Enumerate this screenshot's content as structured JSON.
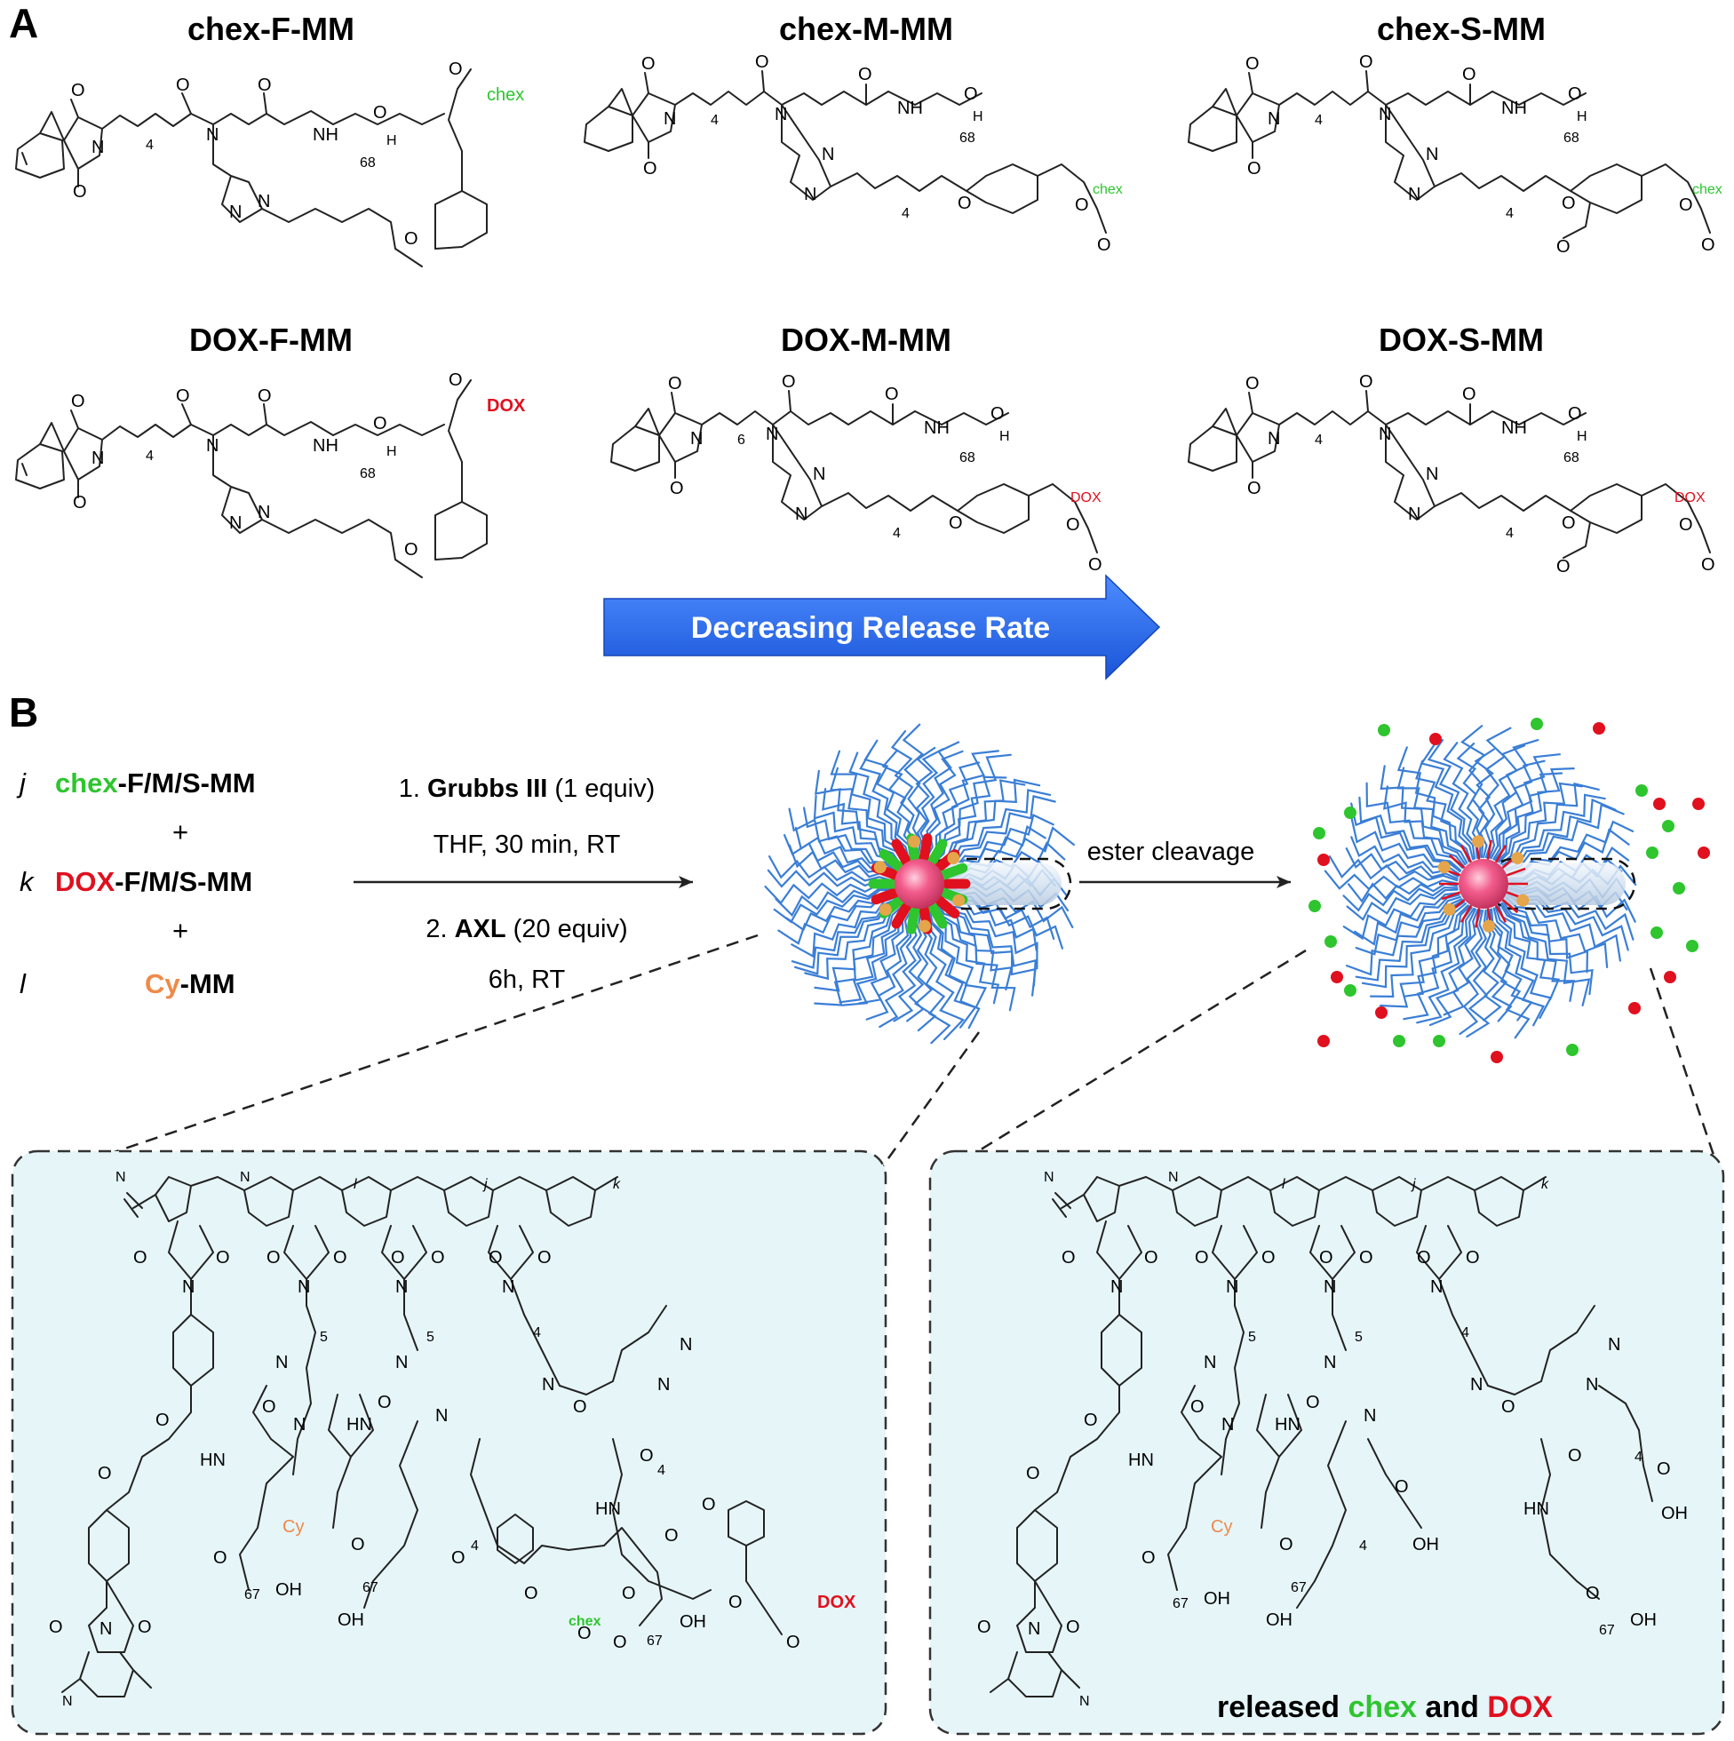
{
  "panel_a": {
    "letter": "A",
    "titles": [
      "chex-F-MM",
      "chex-M-MM",
      "chex-S-MM",
      "DOX-F-MM",
      "DOX-M-MM",
      "DOX-S-MM"
    ],
    "arrow_label": "Decreasing Release Rate"
  },
  "panel_b": {
    "letter": "B",
    "monomers": [
      {
        "coef": "j",
        "drug": "chex",
        "rest": "-F/M/S-MM"
      },
      {
        "coef": "k",
        "drug": "DOX",
        "rest": "-F/M/S-MM"
      },
      {
        "coef": "l",
        "drug": "Cy",
        "rest": "-MM"
      }
    ],
    "plus": "+",
    "conditions": {
      "s1_num": "1. ",
      "s1_reagent": "Grubbs III",
      "s1_eq": " (1 equiv)",
      "s1_cond": "THF, 30 min, RT",
      "s2_num": "2. ",
      "s2_reagent": "AXL",
      "s2_eq": " (20 equiv)",
      "s2_cond": "6h, RT"
    },
    "cleavage_label": "ester cleavage",
    "released": {
      "pre": "released ",
      "chex": "chex",
      "mid": " and ",
      "dox": "DOX"
    }
  },
  "chem_labels": {
    "O": "O",
    "N": "N",
    "H": "H",
    "NH": "NH",
    "HN": "HN",
    "OH": "OH",
    "n4": "4",
    "n5": "5",
    "n6": "6",
    "n67": "67",
    "n68": "68",
    "chex": "chex",
    "DOX": "DOX",
    "Cy": "Cy",
    "sN": "N",
    "sl": "l",
    "sj": "j",
    "sk": "k"
  },
  "colors": {
    "chex": "#2ec52e",
    "dox": "#e0101e",
    "cy": "#ee8a4a",
    "arrow_blue": "#2a6ff0",
    "box_fill": "#e6f5f8",
    "brush_arm": "#3a7ed6",
    "core": "#f25c8c"
  }
}
